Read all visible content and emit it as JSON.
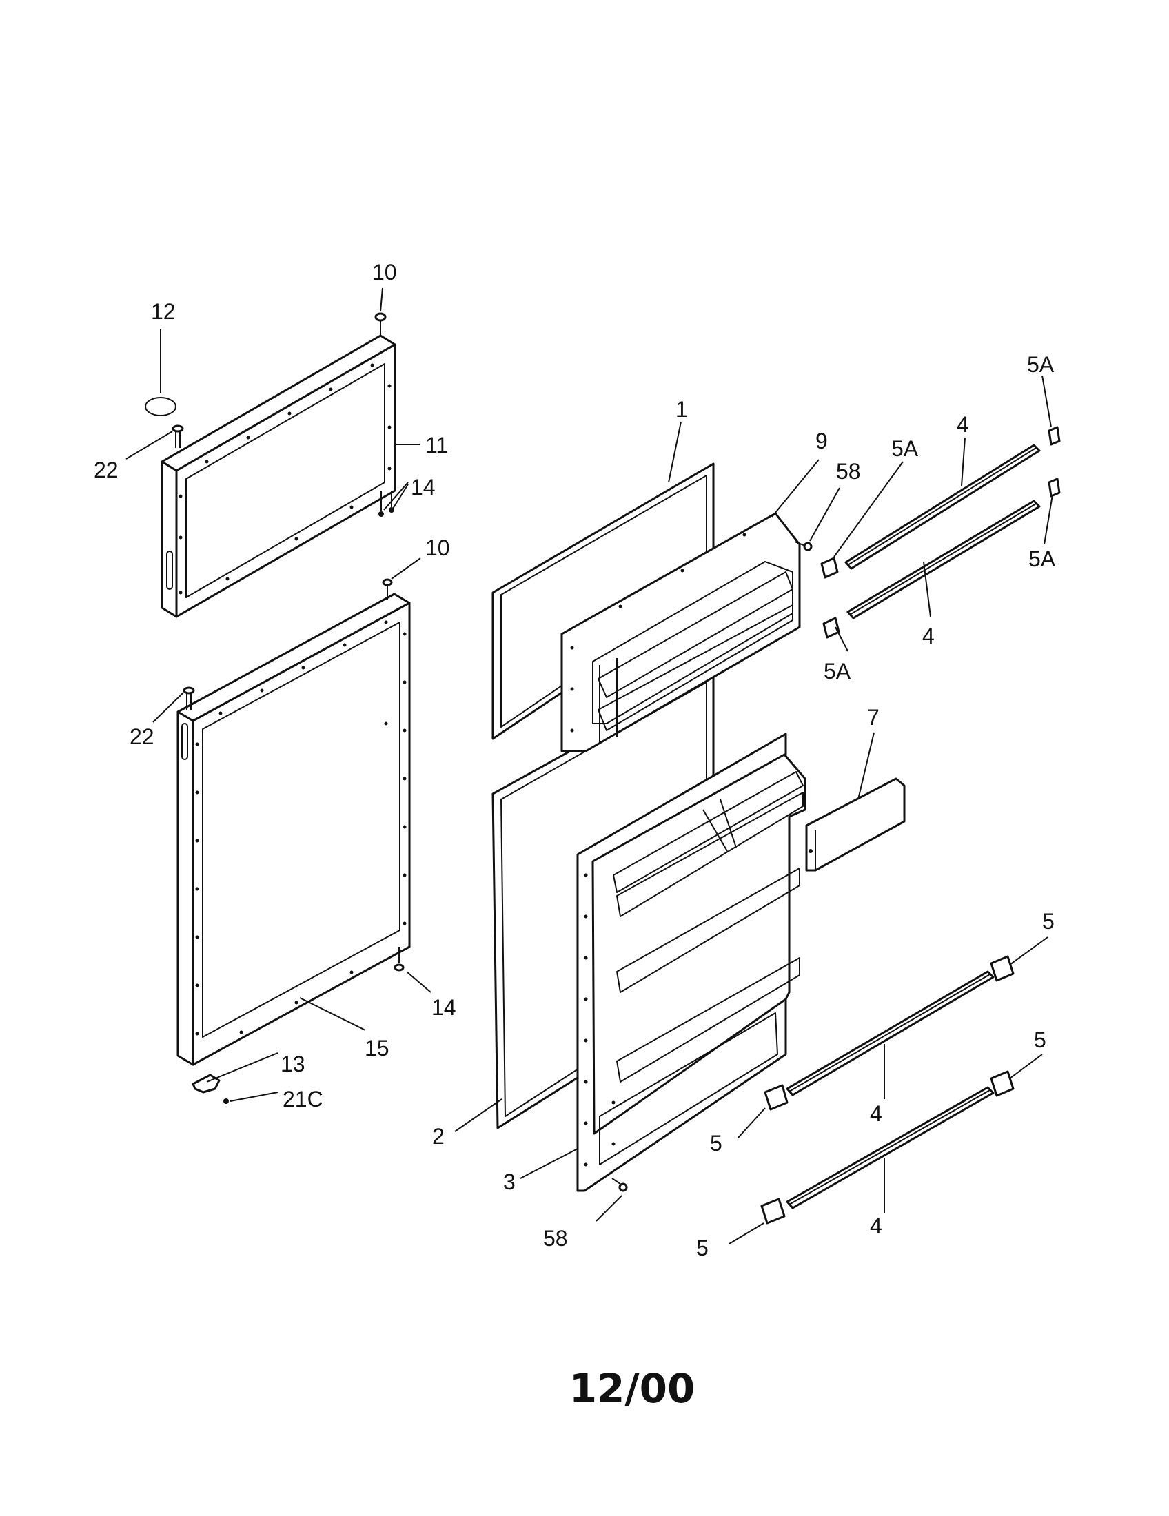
{
  "callouts": {
    "c1": "1",
    "c2": "2",
    "c3": "3",
    "c4a": "4",
    "c4b": "4",
    "c4c": "4",
    "c4d": "4",
    "c5a": "5",
    "c5b": "5",
    "c5c": "5",
    "c5d": "5",
    "c5A_a": "5A",
    "c5A_b": "5A",
    "c5A_c": "5A",
    "c5A_d": "5A",
    "c7": "7",
    "c9": "9",
    "c10a": "10",
    "c10b": "10",
    "c11": "11",
    "c12": "12",
    "c13": "13",
    "c14a": "14",
    "c14b": "14",
    "c15": "15",
    "c21C": "21C",
    "c22a": "22",
    "c22b": "22",
    "c58a": "58",
    "c58b": "58"
  },
  "footer": {
    "date_code": "12/00"
  }
}
